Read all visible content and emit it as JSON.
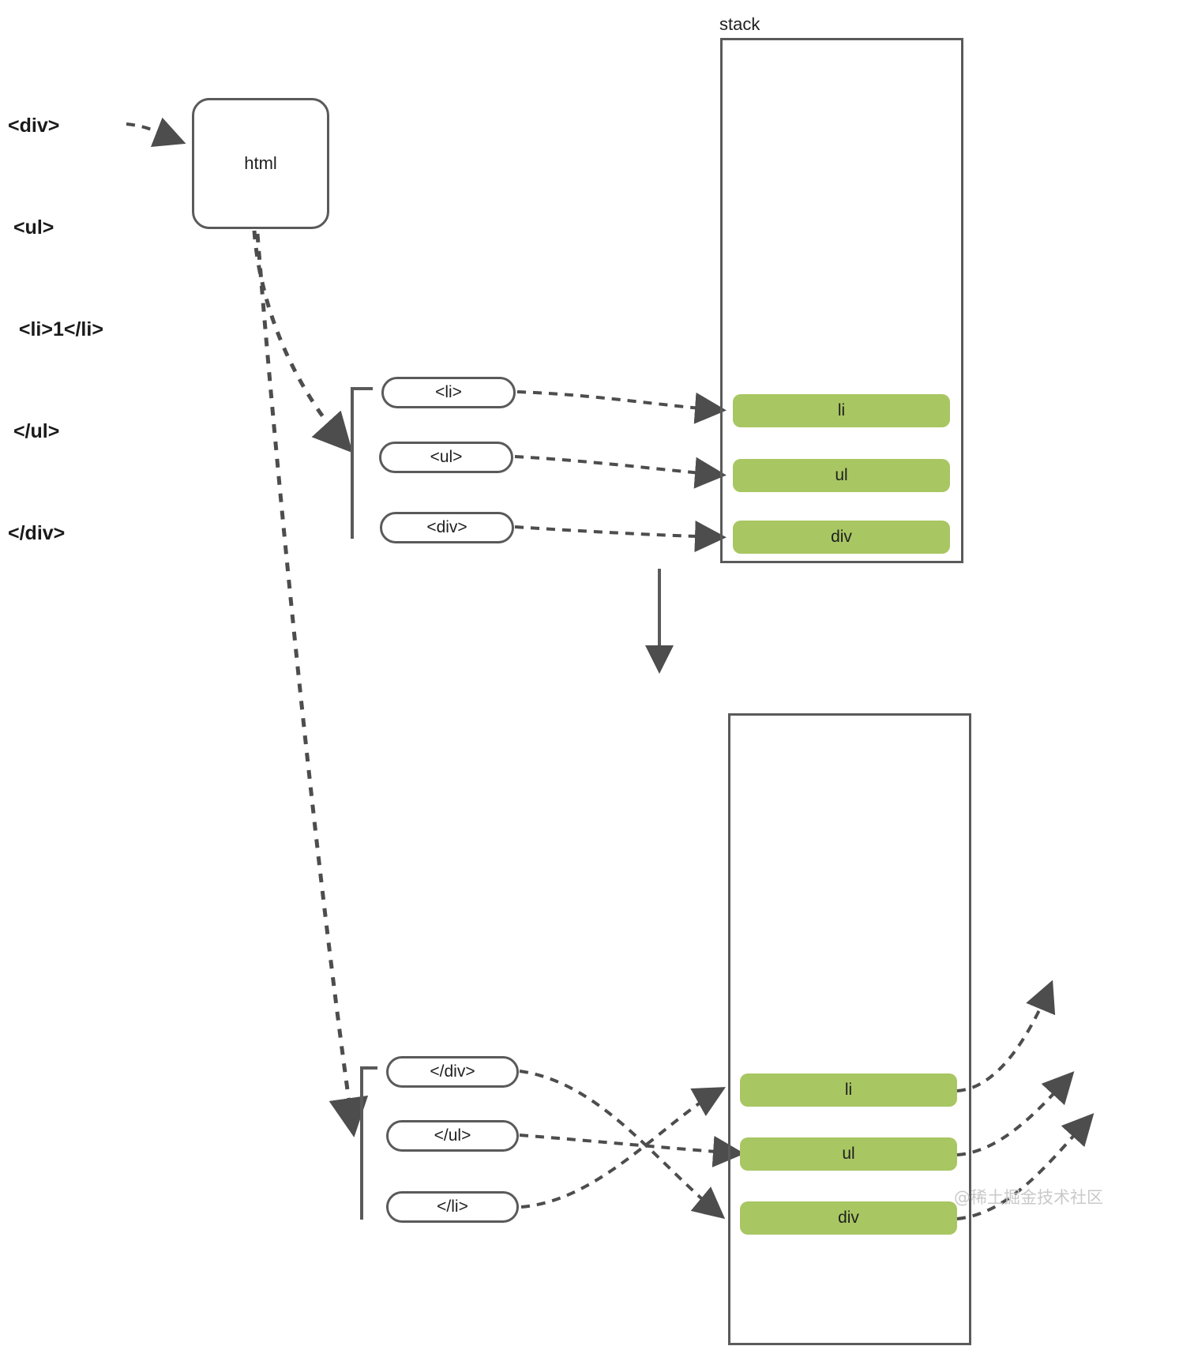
{
  "title": "HTML parser stack diagram",
  "source_code": {
    "name": "html-source-snippet",
    "lines": [
      "<div>",
      " <ul>",
      "  <li>1</li>",
      " </ul>",
      "</div>"
    ]
  },
  "parser_node": {
    "label": "html"
  },
  "open_tags": {
    "group_label": "open-tag-tokens",
    "items": [
      {
        "label": "<li>"
      },
      {
        "label": "<ul>"
      },
      {
        "label": "<div>"
      }
    ]
  },
  "close_tags": {
    "group_label": "close-tag-tokens",
    "items": [
      {
        "label": "</div>"
      },
      {
        "label": "</ul>"
      },
      {
        "label": "</li>"
      }
    ]
  },
  "stack_top": {
    "label": "stack",
    "entries": [
      {
        "label": "li"
      },
      {
        "label": "ul"
      },
      {
        "label": "div"
      }
    ]
  },
  "stack_bottom": {
    "label": "",
    "entries": [
      {
        "label": "li"
      },
      {
        "label": "ul"
      },
      {
        "label": "div"
      }
    ]
  },
  "watermark": {
    "text": "@稀土掘金技术社区"
  },
  "colors": {
    "stroke": "#5a5a5a",
    "text": "#1f1f1f",
    "stack_entry_fill": "#a8c662",
    "background": "#ffffff",
    "watermark": "#c9c9c9"
  }
}
